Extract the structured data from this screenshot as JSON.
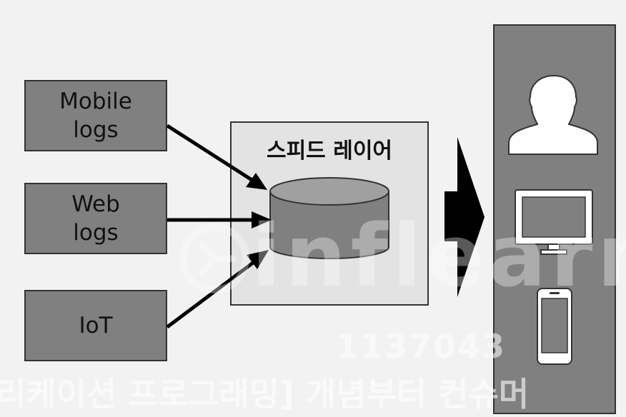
{
  "sources": [
    {
      "label": "Mobile\nlogs"
    },
    {
      "label": "Web\nlogs"
    },
    {
      "label": "IoT"
    }
  ],
  "speed_layer": {
    "title": "스피드 레이어"
  },
  "watermark": {
    "brand": "inflearn",
    "number": "1137043",
    "course_text": "리케이션 프로그래밍] 개념부터 컨슈머"
  },
  "serving_icons": [
    "user-silhouette-icon",
    "monitor-icon",
    "smartphone-icon"
  ]
}
